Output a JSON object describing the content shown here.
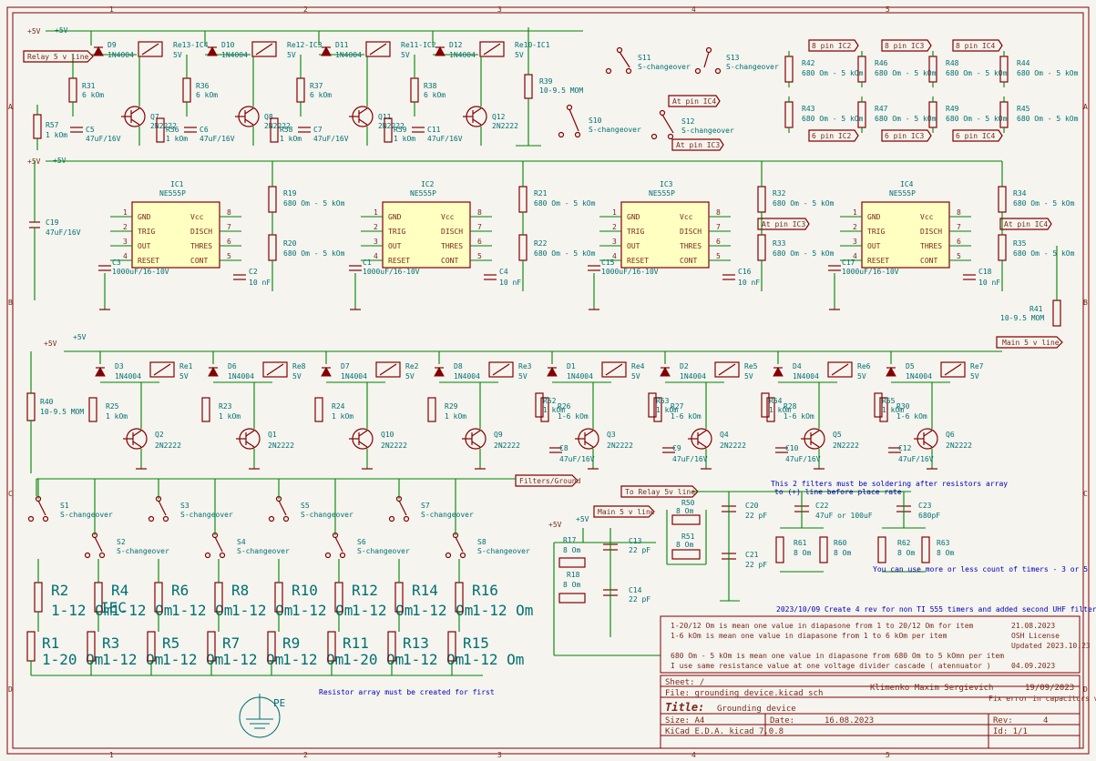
{
  "sheet": {
    "col_labels": [
      "1",
      "2",
      "3",
      "4",
      "5"
    ],
    "row_labels": [
      "A",
      "B",
      "C",
      "D"
    ]
  },
  "power": {
    "vcc": "+5V",
    "vcc_sub": "5"
  },
  "net_labels": {
    "relay_5v_line": "Relay 5 v line",
    "main_5v_line": "Main 5 v line",
    "filters_ground": "Filters/Ground",
    "to_relay_5v_line": "To Relay 5v line",
    "main_5v_line_2": "Main 5 v line",
    "at_pin_ic4_a": "At pin IC4",
    "at_pin_ic3_a": "At pin IC3",
    "at_pin_ic3_b": "At pin IC3",
    "at_pin_ic4_b": "At pin IC4",
    "pin8_ic2": "8 pin IC2",
    "pin8_ic3": "8 pin IC3",
    "pin8_ic4": "8 pin IC4",
    "pin6_ic2": "6 pin IC2",
    "pin6_ic3": "6 pin IC3",
    "pin6_ic4": "6 pin IC4",
    "pe": "PE"
  },
  "top_relays": [
    {
      "d": "D9",
      "dv": "1N4004",
      "k": "Re13-IC4",
      "kv": "5V",
      "r": "R31",
      "rv": "6 kOm",
      "c": "C5",
      "cv": "47uF/16V",
      "q": "Q7",
      "qv": "2N2222",
      "r2": "R56",
      "r2v": "1 kOm"
    },
    {
      "d": "D10",
      "dv": "1N4004",
      "k": "Re12-IC3",
      "kv": "5V",
      "r": "R36",
      "rv": "6 kOm",
      "c": "C6",
      "cv": "47uF/16V",
      "q": "Q8",
      "qv": "2N2222",
      "r2": "R58",
      "r2v": "1 kOm"
    },
    {
      "d": "D11",
      "dv": "1N4004",
      "k": "Re11-IC2",
      "kv": "5V",
      "r": "R37",
      "rv": "6 kOm",
      "c": "C7",
      "cv": "47uF/16V",
      "q": "Q11",
      "qv": "2N2222",
      "r2": "R59",
      "r2v": "1 kOm"
    },
    {
      "d": "D12",
      "dv": "1N4004",
      "k": "Re10-IC1",
      "kv": "5V",
      "r": "R38",
      "rv": "6 kOm",
      "c": "C11",
      "cv": "47uF/16V",
      "q": "Q12",
      "qv": "2N2222"
    }
  ],
  "misc_top": {
    "r57": "R57",
    "r57v": "1 kOm",
    "r39": "R39",
    "r39v": "10-9.5 MOM",
    "s10": "S10",
    "s10v": "S-changeover",
    "s11": "S11",
    "s11v": "S-changeover",
    "s13": "S13",
    "s13v": "S-changeover",
    "s12": "S12",
    "s12v": "S-changeover"
  },
  "attenuator": [
    {
      "r": "R42",
      "v": "680 Om - 5 kOm"
    },
    {
      "r": "R43",
      "v": "680 Om - 5 kOm"
    },
    {
      "r": "R46",
      "v": "680 Om - 5 kOm"
    },
    {
      "r": "R47",
      "v": "680 Om - 5 kOm"
    },
    {
      "r": "R48",
      "v": "680 Om - 5 kOm"
    },
    {
      "r": "R49",
      "v": "680 Om - 5 kOm"
    },
    {
      "r": "R44",
      "v": "680 Om - 5 kOm"
    },
    {
      "r": "R45",
      "v": "680 Om - 5 kOm"
    }
  ],
  "timers": [
    {
      "ref": "IC1",
      "val": "NE555P",
      "ra": "R19",
      "rav": "680 Om - 5 kOm",
      "rb": "R20",
      "rbv": "680 Om - 5 kOm",
      "cs": "C3",
      "csv": "1000uF/16-10V",
      "cc": "C2",
      "ccv": "10 nF"
    },
    {
      "ref": "IC2",
      "val": "NE555P",
      "ra": "R21",
      "rav": "680 Om - 5 kOm",
      "rb": "R22",
      "rbv": "680 Om - 5 kOm",
      "cs": "C1",
      "csv": "1000uF/16-10V",
      "cc": "C4",
      "ccv": "10 nF"
    },
    {
      "ref": "IC3",
      "val": "NE555P",
      "ra": "R32",
      "rav": "680 Om - 5 kOm",
      "rb": "R33",
      "rbv": "680 Om - 5 kOm",
      "cs": "C15",
      "csv": "1000uF/16-10V",
      "cc": "C16",
      "ccv": "10 nF"
    },
    {
      "ref": "IC4",
      "val": "NE555P",
      "ra": "R34",
      "rav": "680 Om - 5 kOm",
      "rb": "R35",
      "rbv": "680 Om - 5 kOm",
      "cs": "C17",
      "csv": "1000uF/16-10V",
      "cc": "C18",
      "ccv": "10 nF"
    }
  ],
  "ic_pins": {
    "left": [
      "GND",
      "TRIG",
      "OUT",
      "RESET"
    ],
    "left_n": [
      "1",
      "2",
      "3",
      "4"
    ],
    "right": [
      "Vcc",
      "DISCH",
      "THRES",
      "CONT"
    ],
    "right_n": [
      "8",
      "7",
      "6",
      "5"
    ]
  },
  "misc_mid": {
    "c19": "C19",
    "c19v": "47uF/16V",
    "r41": "R41",
    "r41v": "10-9.5 MOM",
    "at_ic3": "At pin IC3",
    "at_ic4": "At pin IC4"
  },
  "mid_relays": [
    {
      "d": "D3",
      "dv": "1N4004",
      "k": "Re1",
      "kv": "5V",
      "r": "R25",
      "rv": "1 kOm",
      "q": "Q2",
      "qv": "2N2222"
    },
    {
      "d": "D6",
      "dv": "1N4004",
      "k": "Re8",
      "kv": "5V",
      "r": "R23",
      "rv": "1 kOm",
      "q": "Q1",
      "qv": "2N2222"
    },
    {
      "d": "D7",
      "dv": "1N4004",
      "k": "Re2",
      "kv": "5V",
      "r": "R24",
      "rv": "1 kOm",
      "q": "Q10",
      "qv": "2N2222"
    },
    {
      "d": "D8",
      "dv": "1N4004",
      "k": "Re3",
      "kv": "5V",
      "r": "R29",
      "rv": "1 kOm",
      "q": "Q9",
      "qv": "2N2222"
    },
    {
      "d": "D1",
      "dv": "1N4004",
      "k": "Re4",
      "kv": "5V",
      "r": "R26",
      "rv": "1-6 kOm",
      "rc": "R52",
      "rcv": "1 kOm",
      "c": "C8",
      "cv": "47uF/16V",
      "q": "Q3",
      "qv": "2N2222"
    },
    {
      "d": "D2",
      "dv": "1N4004",
      "k": "Re5",
      "kv": "5V",
      "r": "R27",
      "rv": "1-6 kOm",
      "rc": "R53",
      "rcv": "1 kOm",
      "c": "C9",
      "cv": "47uF/16V",
      "q": "Q4",
      "qv": "2N2222"
    },
    {
      "d": "D4",
      "dv": "1N4004",
      "k": "Re6",
      "kv": "5V",
      "r": "R28",
      "rv": "1-6 kOm",
      "rc": "R54",
      "rcv": "1 kOm",
      "c": "C10",
      "cv": "47uF/16V",
      "q": "Q5",
      "qv": "2N2222"
    },
    {
      "d": "D5",
      "dv": "1N4004",
      "k": "Re7",
      "kv": "5V",
      "r": "R30",
      "rv": "1-6 kOm",
      "rc": "R55",
      "rcv": "1 kOm",
      "c": "C12",
      "cv": "47uF/16V",
      "q": "Q6",
      "qv": "2N2222"
    }
  ],
  "r40": {
    "r": "R40",
    "v": "10-9.5 MOM"
  },
  "switches": [
    {
      "s": "S1",
      "v": "S-changeover"
    },
    {
      "s": "S2",
      "v": "S-changeover"
    },
    {
      "s": "S3",
      "v": "S-changeover"
    },
    {
      "s": "S4",
      "v": "S-changeover"
    },
    {
      "s": "S5",
      "v": "S-changeover"
    },
    {
      "s": "S6",
      "v": "S-changeover"
    },
    {
      "s": "S7",
      "v": "S-changeover"
    },
    {
      "s": "S8",
      "v": "S-changeover"
    }
  ],
  "array_top": [
    {
      "r": "R2",
      "v": "1-12 Om"
    },
    {
      "r": "R4",
      "v": "1-12 Om"
    },
    {
      "r": "R6",
      "v": "1-12 Om"
    },
    {
      "r": "R8",
      "v": "1-12 Om"
    },
    {
      "r": "R10",
      "v": "1-12 Om"
    },
    {
      "r": "R12",
      "v": "1-12 Om"
    },
    {
      "r": "R14",
      "v": "1-12 Om"
    },
    {
      "r": "R16",
      "v": "1-12 Om"
    }
  ],
  "array_bot": [
    {
      "r": "R1",
      "v": "1-20 Om"
    },
    {
      "r": "R3",
      "v": "1-12 Om"
    },
    {
      "r": "R5",
      "v": "1-12 Om"
    },
    {
      "r": "R7",
      "v": "1-12 Om"
    },
    {
      "r": "R9",
      "v": "1-12 Om"
    },
    {
      "r": "R11",
      "v": "1-20 Om"
    },
    {
      "r": "R13",
      "v": "1-12 Om"
    },
    {
      "r": "R15",
      "v": "1-12 Om"
    }
  ],
  "iec": "IEC",
  "filters": {
    "r17": "R17",
    "r17v": "8 Om",
    "r18": "R18",
    "r18v": "8 Om",
    "c13": "C13",
    "c13v": "22 pF",
    "c14": "C14",
    "c14v": "22 pF",
    "r50": "R50",
    "r50v": "8 Om",
    "r51": "R51",
    "r51v": "8 Om",
    "c20": "C20",
    "c20v": "22 pF",
    "c21": "C21",
    "c21v": "22 pF",
    "c22": "C22",
    "c22v": "47uF or 100uF",
    "c23": "C23",
    "c23v": "680pF",
    "r61": "R61",
    "r61v": "8 Om",
    "r60": "R60",
    "r60v": "8 Om",
    "r62": "R62",
    "r62v": "8 Om",
    "r63": "R63",
    "r63v": "8 Om"
  },
  "notes": {
    "filters_note1": "This 2 filters must be soldering after resistors array",
    "filters_note2": "to (+) line before place rate",
    "timers_count": "You can use more or less count of timers - 3 or 5",
    "rev_note": "2023/10/09 Create 4 rev for non TI 555 timers and added second UHF filter",
    "array_note": "Resistor array must be created for first"
  },
  "info": [
    {
      "t": "1-20/12 Om is mean one value in diapasone from 1 to 20/12 Om for item",
      "d": "21.08.2023"
    },
    {
      "t": "1-6 kOm is mean one value in diapasone from 1 to 6 kOm per item",
      "d": "OSH License"
    },
    {
      "t": "",
      "d": "Updated 2023.10.23"
    },
    {
      "t": "680 Om - 5 kOm is mean one value in diapasone from 680 Om to 5 kOmn per item",
      "d": ""
    },
    {
      "t": "I use same resistance value at one voltage divider cascade ( atennuator )",
      "d": "04.09.2023"
    }
  ],
  "titleblock": {
    "sheet_label": "Sheet: /",
    "author": "Klimenko Maxim Sergievich",
    "date_sign": "19/09/2023",
    "fix_note": "Fix error in capacitors values",
    "file": "File: grounding_device.kicad_sch",
    "title_label": "Title:",
    "title": "Grounding device",
    "size": "Size: A4",
    "date_label": "Date:",
    "date": "16.08.2023",
    "rev_label": "Rev:",
    "rev": "4",
    "tool": "KiCad E.D.A.  kicad 7.0.8",
    "id": "Id: 1/1"
  }
}
